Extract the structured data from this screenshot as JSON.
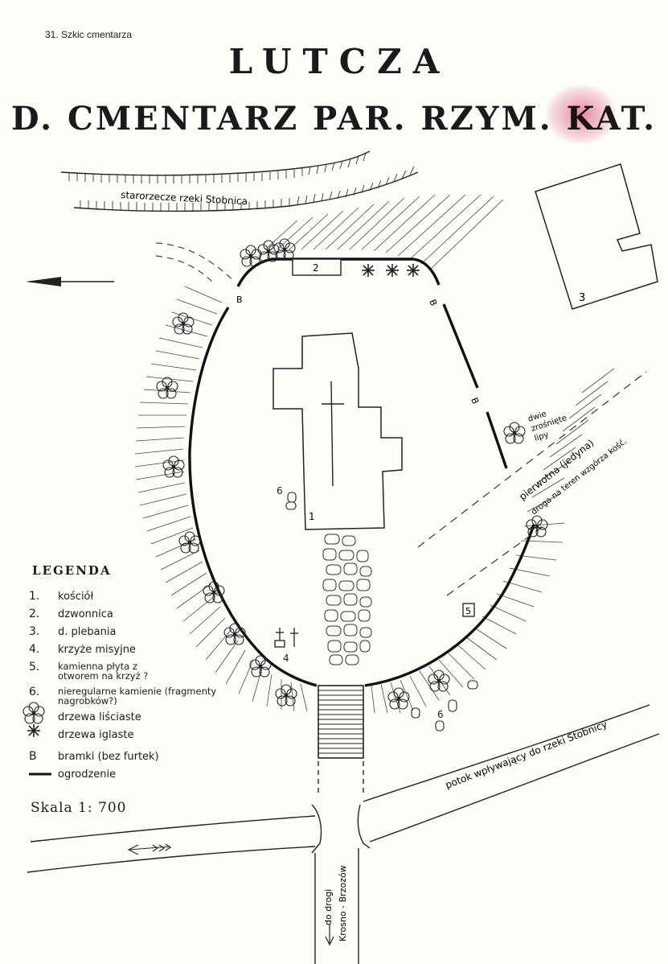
{
  "caption": "31. Szkic cmentarza",
  "title_line1": "LUTCZA",
  "title_line2": "D. CMENTARZ PAR. RZYM. KAT.",
  "map_labels": {
    "oxbow": "starorzecze rzeki Stobnica",
    "trees_note_line1": "dwie",
    "trees_note_line2": "zrośnięte",
    "trees_note_line3": "lipy",
    "road_line1": "pierwotna (jedyna)",
    "road_line2": "droga na teren wzgórza kość.",
    "stream": "potok wpływający do rzeki Stobnicy",
    "to_road_line1": "do drogi",
    "to_road_line2": "Krosno - Brzozów",
    "num_1": "1",
    "num_2": "2",
    "num_3": "3",
    "num_4": "4",
    "num_5": "5",
    "num_6a": "6",
    "num_6b": "6",
    "gate": "B"
  },
  "legend": {
    "title": "LEGENDA",
    "items": [
      {
        "key": "1.",
        "label": "kościół"
      },
      {
        "key": "2.",
        "label": "dzwonnica"
      },
      {
        "key": "3.",
        "label": "d. plebania"
      },
      {
        "key": "4.",
        "label": "krzyże misyjne"
      },
      {
        "key": "5.",
        "label": "kamienna płyta z otworem na krzyż ?"
      },
      {
        "key": "6.",
        "label": "nieregularne kamienie (fragmenty nagrobków?)"
      },
      {
        "key": "deciduous-tree",
        "label": "drzewa liściaste"
      },
      {
        "key": "conifer",
        "label": "drzewa iglaste"
      },
      {
        "key": "B",
        "label": "bramki (bez furtek)"
      },
      {
        "key": "fence-line",
        "label": "ogrodzenie"
      }
    ]
  },
  "scale": "Skala 1: 700"
}
